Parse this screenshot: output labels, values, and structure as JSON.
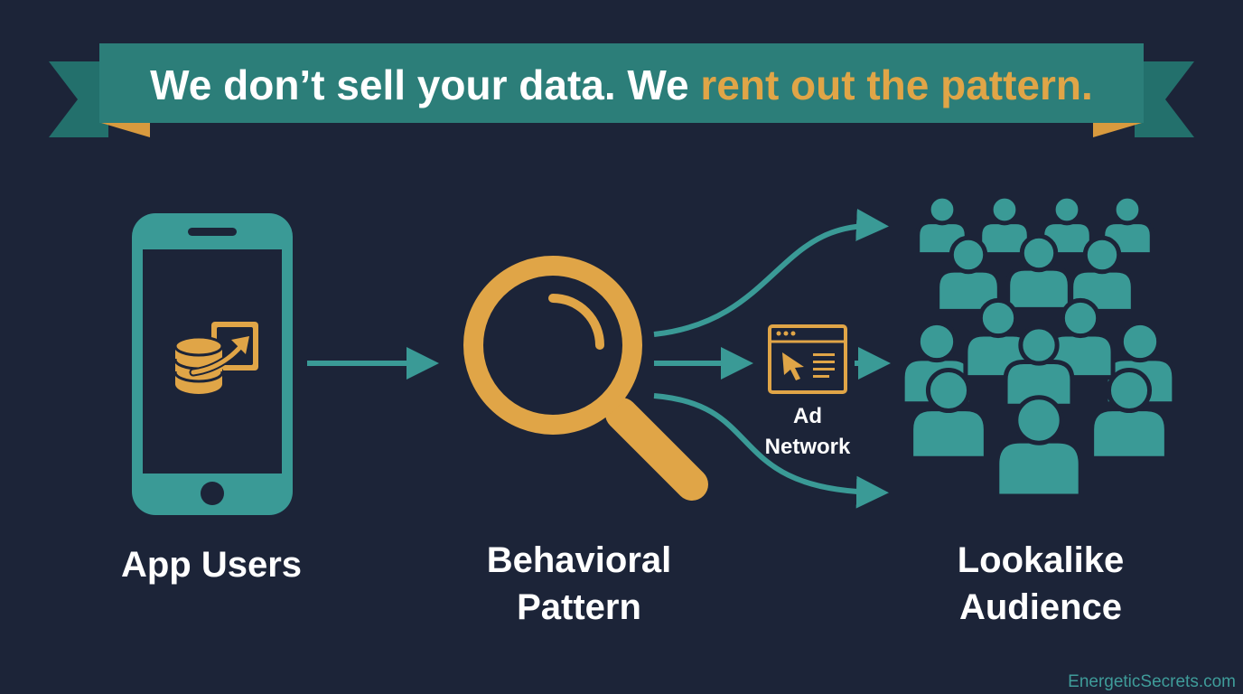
{
  "banner": {
    "headline_plain": "We don’t sell your data. We ",
    "headline_highlight": "rent out the pattern."
  },
  "stages": {
    "app_users": {
      "label": "App Users"
    },
    "behavioral_pattern": {
      "label_line1": "Behavioral",
      "label_line2": "Pattern"
    },
    "ad_network": {
      "label_line1": "Ad",
      "label_line2": "Network"
    },
    "lookalike_audience": {
      "label_line1": "Lookalike",
      "label_line2": "Audience"
    }
  },
  "watermark": "EnergeticSecrets.com",
  "colors": {
    "background": "#1c2438",
    "teal": "#3a9a96",
    "banner_teal": "#23706c",
    "gold": "#e0a547",
    "white": "#ffffff"
  },
  "icons": [
    "smartphone-icon",
    "data-coins-export-icon",
    "magnifying-glass-icon",
    "browser-cursor-icon",
    "people-crowd-icon"
  ]
}
